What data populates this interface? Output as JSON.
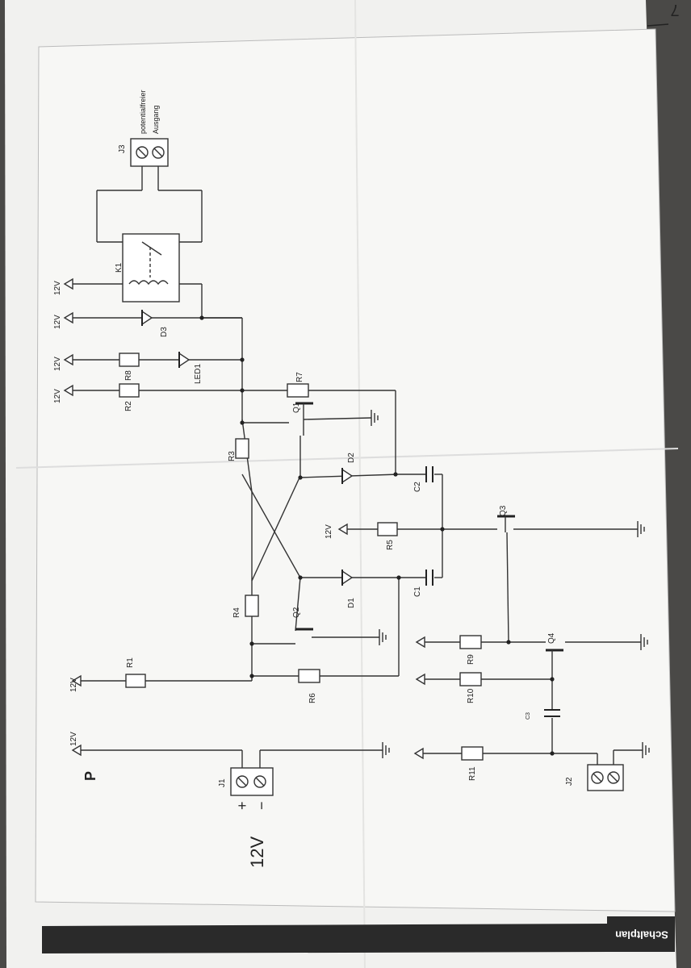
{
  "header": {
    "title": "Schaltplan",
    "page_number": "7"
  },
  "logo_text": "P",
  "labels": {
    "supply_12v": "12V",
    "power_voltage": "12V",
    "plus": "+",
    "minus": "−",
    "out_line1": "potentialfreier",
    "out_line2": "Ausgang",
    "c3": "C3"
  },
  "refs": {
    "J1": "J1",
    "J2": "J2",
    "J3": "J3",
    "K1": "K1",
    "Q1": "Q1",
    "Q2": "Q2",
    "Q3": "Q3",
    "Q4": "Q4",
    "R1": "R1",
    "R2": "R2",
    "R3": "R3",
    "R4": "R4",
    "R5": "R5",
    "R6": "R6",
    "R7": "R7",
    "R8": "R8",
    "R9": "R9",
    "R10": "R10",
    "R11": "R11",
    "C1": "C1",
    "C2": "C2",
    "D1": "D1",
    "D2": "D2",
    "D3": "D3",
    "LED1": "LED1"
  }
}
